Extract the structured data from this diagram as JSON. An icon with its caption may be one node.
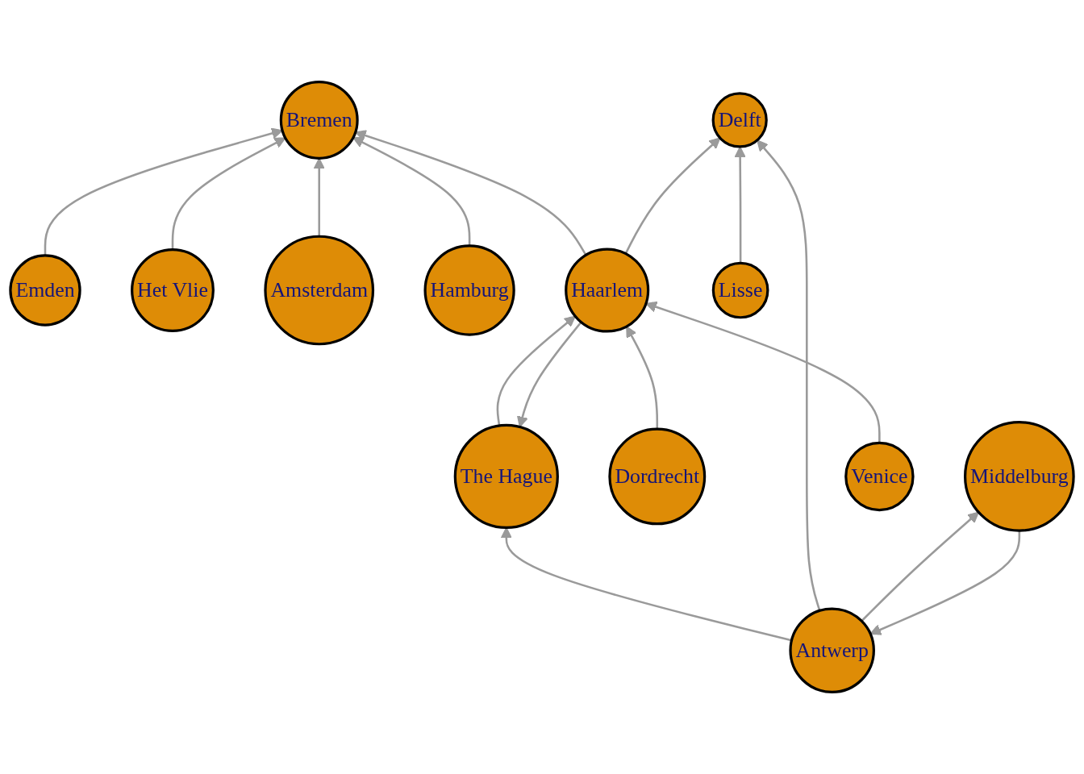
{
  "diagram": {
    "nodes": [
      {
        "text": [
          "Emden"
        ]
      },
      {
        "text": [
          "Het Vlie"
        ]
      },
      {
        "text": [
          "Amsterdam"
        ]
      },
      {
        "text": [
          "Bremen"
        ]
      },
      {
        "text": [
          "Hamburg"
        ]
      },
      {
        "text": [
          "The Hague"
        ]
      },
      {
        "text": [
          "Haarlem"
        ]
      },
      {
        "text": [
          "Delft"
        ]
      },
      {
        "text": [
          "Lisse"
        ]
      },
      {
        "text": [
          "Dordrecht"
        ]
      },
      {
        "text": [
          "Antwerp"
        ]
      },
      {
        "text": [
          "Middelburg"
        ]
      },
      {
        "text": [
          "Venice"
        ]
      }
    ],
    "edges": [
      {
        "from": 0,
        "to": 3,
        "arrow": "to"
      },
      {
        "from": 1,
        "to": 3,
        "arrow": "to"
      },
      {
        "from": 2,
        "to": 3,
        "arrow": "to"
      },
      {
        "from": 4,
        "to": 3,
        "arrow": "to"
      },
      {
        "from": 6,
        "to": 3,
        "arrow": "to"
      },
      {
        "from": 5,
        "to": 6,
        "arrow": "to"
      },
      {
        "from": 6,
        "to": 5,
        "arrow": "to"
      },
      {
        "from": 6,
        "to": 7,
        "arrow": "to"
      },
      {
        "from": 8,
        "to": 7,
        "arrow": "to"
      },
      {
        "from": 9,
        "to": 6,
        "arrow": "to"
      },
      {
        "from": 10,
        "to": 5,
        "arrow": "to"
      },
      {
        "from": 10,
        "to": 7,
        "arrow": "to"
      },
      {
        "from": 11,
        "to": 10,
        "arrow": "to"
      },
      {
        "from": 10,
        "to": 11,
        "arrow": "to"
      },
      {
        "from": 12,
        "to": 6,
        "arrow": "to"
      }
    ]
  }
}
